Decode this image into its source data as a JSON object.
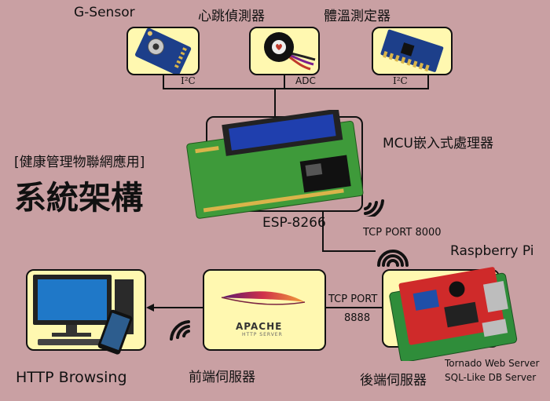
{
  "sensors": {
    "g_sensor": {
      "title": "G-Sensor",
      "bus": "I²C"
    },
    "heart_rate": {
      "title": "心跳偵測器",
      "bus": "ADC"
    },
    "temperature": {
      "title": "體溫測定器",
      "bus": "I²C"
    }
  },
  "mcu": {
    "title": "MCU嵌入式處理器",
    "wifi_module": "ESP-8266"
  },
  "system_title": {
    "bracket": "[健康管理物聯網應用]",
    "main": "系統架構"
  },
  "raspberry": {
    "title": "Raspberry Pi",
    "port_label": "TCP PORT 8000",
    "services": [
      "Tornado Web Server",
      "SQL-Like DB Server"
    ],
    "role": "後端伺服器"
  },
  "frontend": {
    "port_label_1": "TCP PORT",
    "port_label_2": "8888",
    "role": "前端伺服器",
    "logo_text": "APACHE",
    "logo_sub": "HTTP SERVER"
  },
  "client": {
    "role": "HTTP Browsing"
  },
  "colors": {
    "background": "#c9a0a3",
    "box_fill": "#fff8b0",
    "pcb_green": "#3e9a3a",
    "sensor_blue": "#1d3f8a"
  }
}
